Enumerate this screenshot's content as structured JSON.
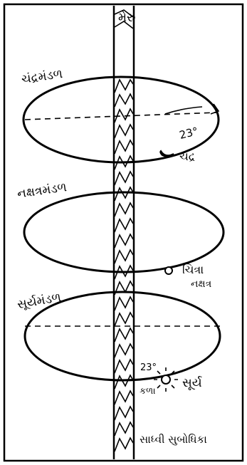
{
  "diagram": {
    "pillar_label": "મેરુ",
    "labels": {
      "moon_zone": "ચંદ્રમંડળ",
      "moon_degrees": "23°",
      "moon": "ચંદ્ર",
      "nakshatra_zone": "નક્ષત્રમંડળ",
      "chitra": "ચિત્રા",
      "nakshatra": "નક્ષત્ર",
      "sun_zone": "સૂર્યમંડળ",
      "sun_degrees": "23°",
      "kala": "કળા",
      "sun": "સૂર્ય",
      "signature": "સાધ્વી સુબોધિકા"
    }
  }
}
